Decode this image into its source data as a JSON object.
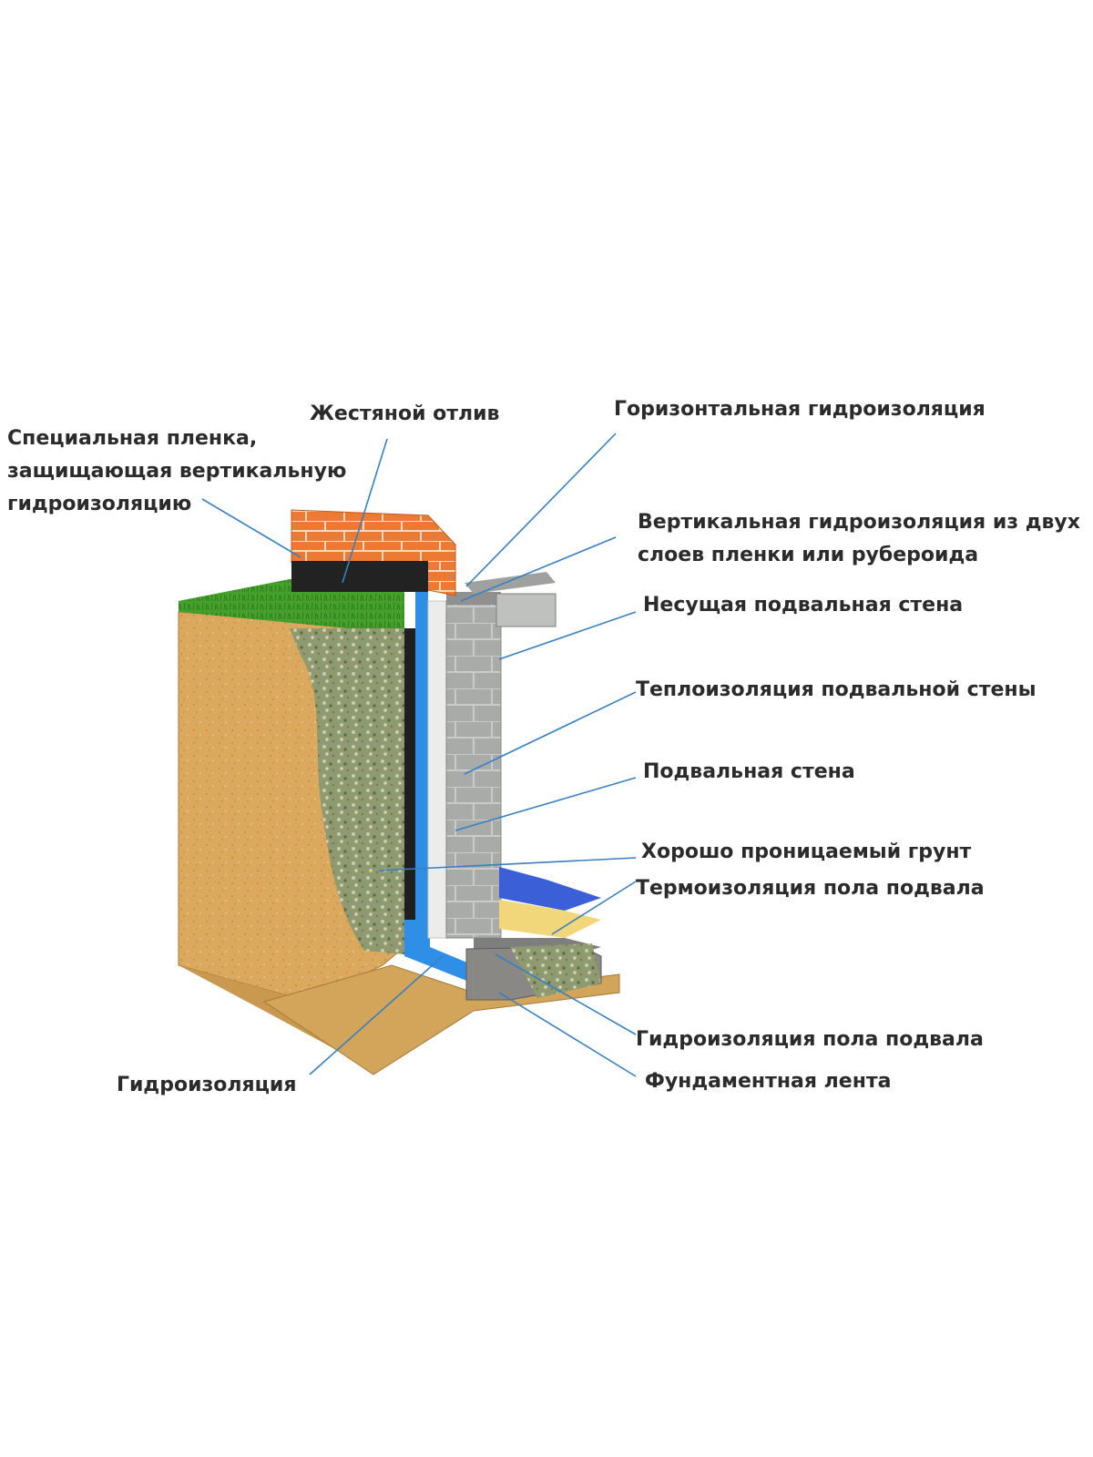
{
  "labels": {
    "special_film": "Специальная пленка, защищающая вертикальную гидроизоляцию",
    "tin_drip": "Жестяной отлив",
    "horizontal_waterproofing": "Горизонтальная гидроизоляция",
    "vertical_waterproofing": "Вертикальная гидроизоляция из двух слоев пленки или рубероида",
    "bearing_basement_wall": "Несущая подвальная стена",
    "basement_wall_insulation": "Теплоизоляция подвальной стены",
    "basement_wall": "Подвальная стена",
    "permeable_soil": "Хорошо проницаемый грунт",
    "floor_thermal_insulation": "Термоизоляция пола подвала",
    "waterproofing": "Гидроизоляция",
    "floor_waterproofing": "Гидроизоляция пола подвала",
    "foundation_strip": "Фундаментная лента"
  },
  "colors": {
    "label_text": "#2b2b2b",
    "leader_line": "#3a7fc0",
    "waterproofing": "#2f8fe6",
    "brick": "#e8702a",
    "grass": "#3f9a2a",
    "sand": "#d9a85c",
    "gravel": "#8c9a6a",
    "block": "#a8aaa8",
    "insulation": "#e6e4dc"
  }
}
